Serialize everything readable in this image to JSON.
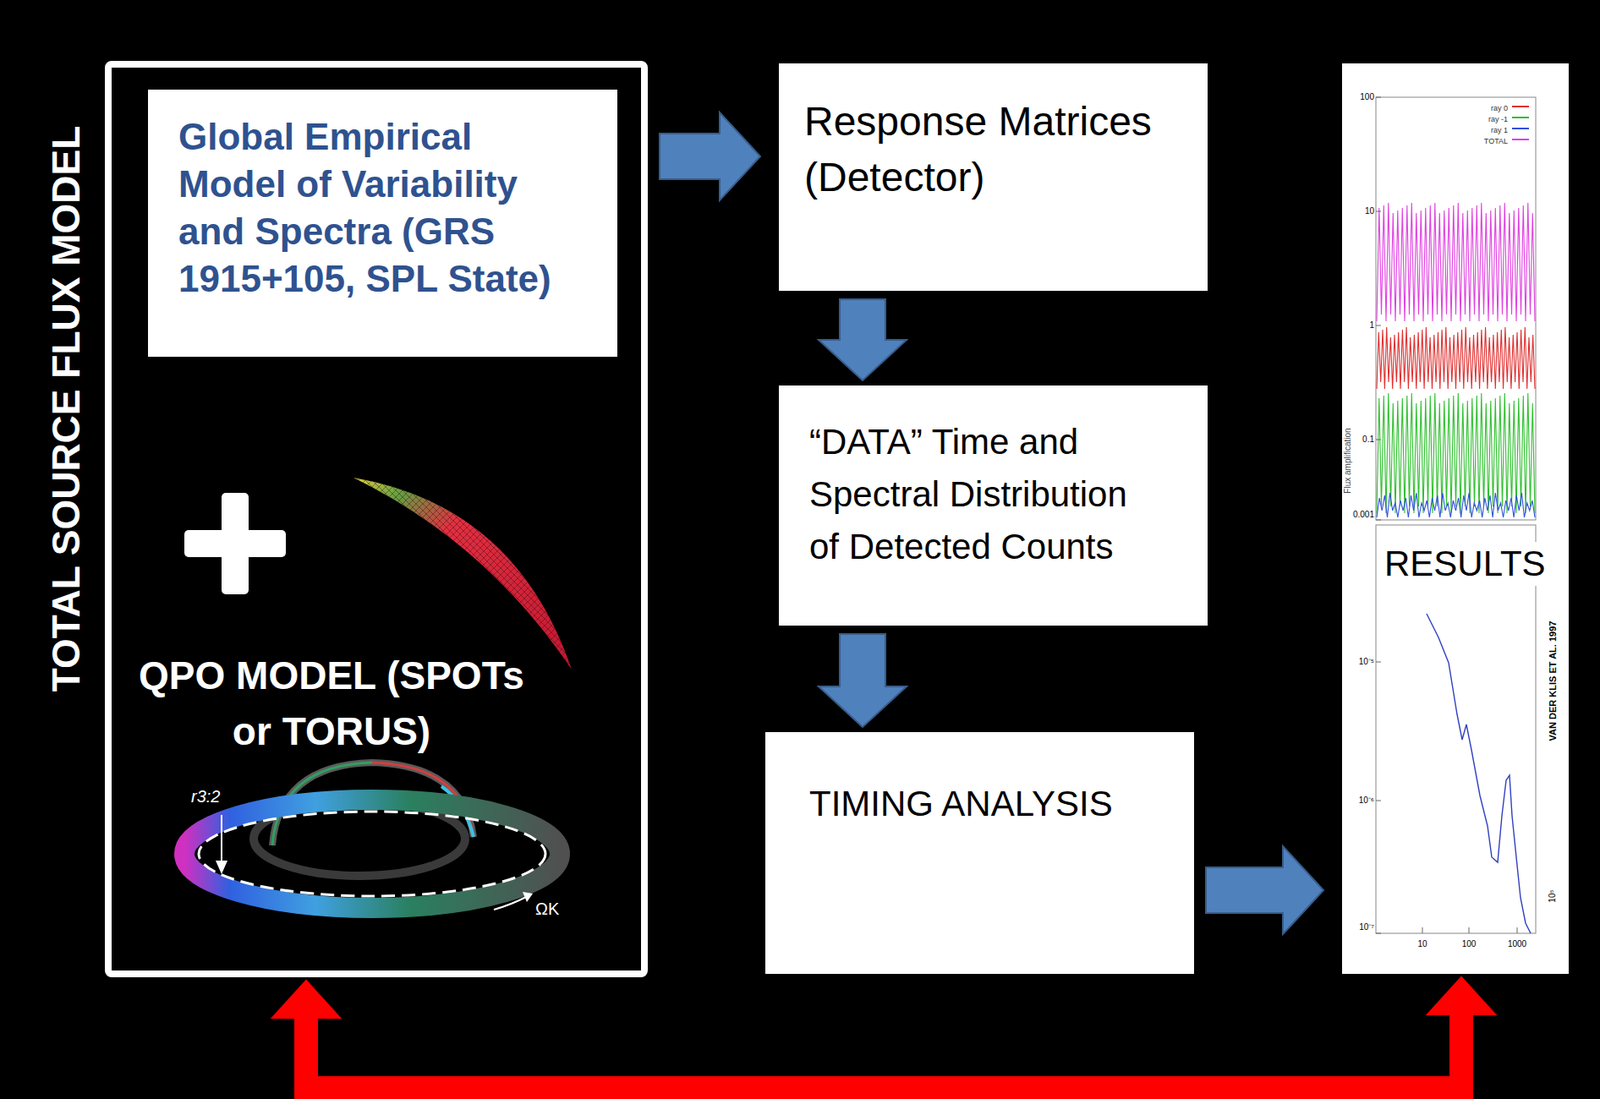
{
  "diagram": {
    "nodes": [
      {
        "text": [
          "QPO MODEL (SPOTs or TORUS)"
        ]
      },
      {
        "text": [
          "Global Empirical Model of Variability and Spectra (GRS 1915+105, SPL State)"
        ],
        "in": 0
      },
      {
        "text": [
          "Response Matrices (Detector)"
        ]
      },
      {
        "text": [
          "“DATA” Time and Spectral Distribution of Detected Counts"
        ]
      },
      {
        "text": [
          "TIMING ANALYSIS"
        ]
      },
      {
        "text": [
          "RESULTS"
        ]
      }
    ],
    "edges": [
      {
        "from": 0,
        "to": 2,
        "arrow": "to"
      },
      {
        "from": 2,
        "to": 3,
        "arrow": "to"
      },
      {
        "from": 3,
        "to": 4,
        "arrow": "to"
      },
      {
        "from": 4,
        "to": 5,
        "arrow": "to"
      },
      {
        "from": 5,
        "to": 0,
        "arrow": "both"
      }
    ],
    "labels": [
      "TOTAL SOURCE FLUX MODEL",
      "r3:2",
      "ΩK",
      "100",
      "10",
      "1",
      "0.1",
      "0.001",
      "Flux amplification",
      "10⁻⁵",
      "10⁻⁶",
      "10⁻⁷",
      "10",
      "100",
      "1000",
      "VAN DER KLIS ET AL. 1997",
      "10⁵"
    ],
    "legend": [
      {
        "text": "ray 0"
      },
      {
        "text": "ray -1"
      },
      {
        "text": "ray 1"
      },
      {
        "text": "TOTAL"
      }
    ]
  }
}
